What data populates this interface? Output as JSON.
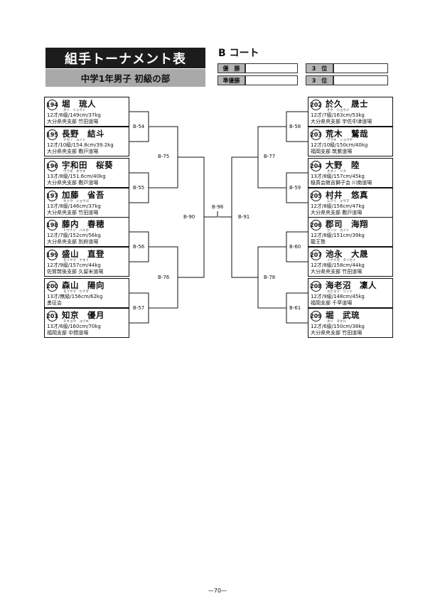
{
  "title": "組手トーナメント表",
  "subtitle": "中学1年男子 初級の部",
  "court": "B コート",
  "results": {
    "winner_label": "優　勝",
    "runner_up_label": "準優勝",
    "third_label_1": "3　位",
    "third_label_2": "3　位"
  },
  "left_players": [
    {
      "num": "194",
      "name": "堀　琉人",
      "kana": "ホリ　リュウト",
      "info": "12才/6級/149cm/37kg",
      "org": "大分県央支部 竹田道場"
    },
    {
      "num": "195",
      "name": "長野　結斗",
      "kana": "ナガノ　ユイト",
      "info": "12才/10級/154.8cm/39.2kg",
      "org": "大分県央支部 敷戸道場"
    },
    {
      "num": "196",
      "name": "宇和田　桜葵",
      "kana": "ウワダ　オウキ",
      "info": "13才/8級/151.6cm/40kg",
      "org": "大分県央支部 敷戸道場"
    },
    {
      "num": "197",
      "name": "加藤　省吾",
      "kana": "カトウ　ショウゴ",
      "info": "13才/8級/146cm/37kg",
      "org": "大分県央支部 竹田道場"
    },
    {
      "num": "198",
      "name": "藤内　春穂",
      "kana": "トウナイ　ハルホ",
      "info": "12才/7級/152cm/56kg",
      "org": "大分県央支部 別府道場"
    },
    {
      "num": "199",
      "name": "盛山　直登",
      "kana": "モリヤマ　ナオト",
      "info": "12才/9級/157cm/44kg",
      "org": "佐賀筑後支部 久留米道場"
    },
    {
      "num": "200",
      "name": "森山　陽向",
      "kana": "モリヤマ　ヒナタ",
      "info": "13才/無級/156cm/62kg",
      "org": "勇征会"
    },
    {
      "num": "201",
      "name": "知京　優月",
      "kana": "チキョウ　ユヅキ",
      "info": "13才/6級/160cm/70kg",
      "org": "福岡支部 中間道場"
    }
  ],
  "right_players": [
    {
      "num": "202",
      "name": "於久　晟士",
      "kana": "オク　ジョウジ",
      "info": "12才/7級/163cm/53kg",
      "org": "大分県央支部 宇佐中津道場"
    },
    {
      "num": "203",
      "name": "荒木　鷲哉",
      "kana": "アラキ　シュウヤ",
      "info": "12才/10級/150cm/40kg",
      "org": "福岡支部 筑紫道場"
    },
    {
      "num": "204",
      "name": "大野　陸",
      "kana": "オオノ　リク",
      "info": "13才/8級/157cm/45kg",
      "org": "極真会館吉獅子会 川南道場"
    },
    {
      "num": "205",
      "name": "村井　悠真",
      "kana": "ムライ　ユウマ",
      "info": "12才/8級/156cm/47kg",
      "org": "大分県央支部 敷戸道場"
    },
    {
      "num": "206",
      "name": "郡司　海翔",
      "kana": "グンジ　カイト",
      "info": "12才/8級/151cm/39kg",
      "org": "龍王塾"
    },
    {
      "num": "207",
      "name": "池永　大晟",
      "kana": "イケナガ　タイセイ",
      "info": "12才/8級/158cm/44kg",
      "org": "大分県央支部 竹田道場"
    },
    {
      "num": "208",
      "name": "海老沼　凜人",
      "kana": "エビヌマ　リント",
      "info": "12才/9級/148cm/45kg",
      "org": "福岡支部 千早道場"
    },
    {
      "num": "209",
      "name": "堀　武琉",
      "kana": "ホリ　タケル",
      "info": "12才/6級/150cm/38kg",
      "org": "大分県央支部 竹田道場"
    }
  ],
  "matches": {
    "b54": "B-54",
    "b55": "B-55",
    "b56": "B-56",
    "b57": "B-57",
    "b58": "B-58",
    "b59": "B-59",
    "b60": "B-60",
    "b61": "B-61",
    "b75": "B-75",
    "b76": "B-76",
    "b77": "B-77",
    "b78": "B-78",
    "b90": "B-90",
    "b91": "B-91",
    "b98": "B-98"
  },
  "page_number": "—70—"
}
